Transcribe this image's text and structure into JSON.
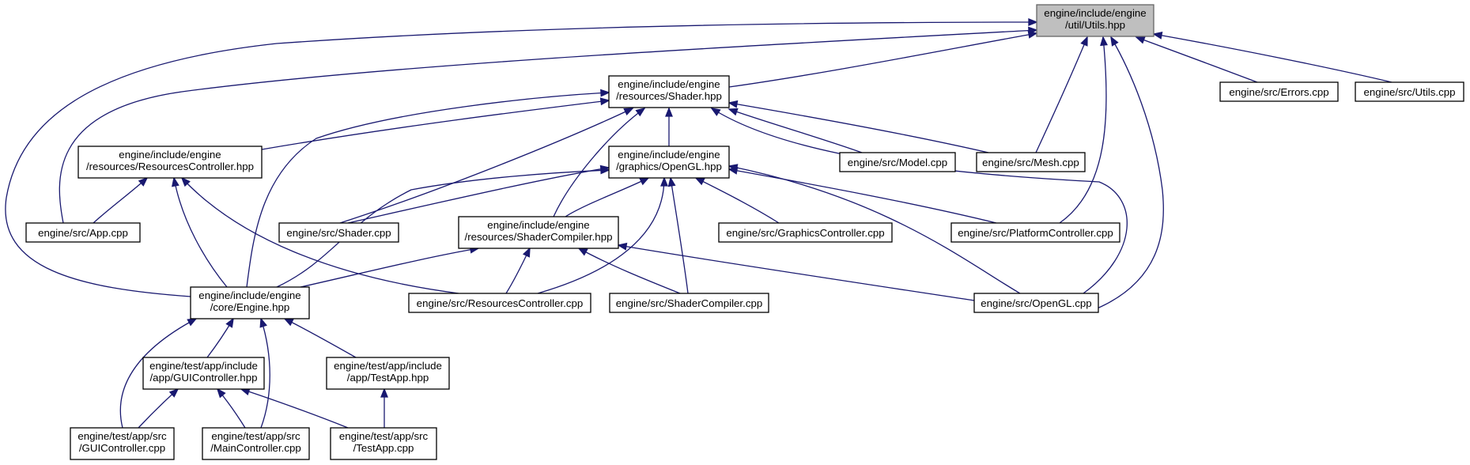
{
  "graph": {
    "colors": {
      "edge": "#191970",
      "node_border": "#000000",
      "root_fill": "#bfbfbf",
      "root_border": "#666666",
      "node_fill": "#ffffff"
    },
    "nodes": {
      "utils_hpp": {
        "lines": [
          "engine/include/engine",
          "/util/Utils.hpp"
        ]
      },
      "shader_hpp": {
        "lines": [
          "engine/include/engine",
          "/resources/Shader.hpp"
        ]
      },
      "errors_cpp": {
        "lines": [
          "engine/src/Errors.cpp"
        ]
      },
      "utils_cpp": {
        "lines": [
          "engine/src/Utils.cpp"
        ]
      },
      "resources_controller_hpp": {
        "lines": [
          "engine/include/engine",
          "/resources/ResourcesController.hpp"
        ]
      },
      "opengl_hpp": {
        "lines": [
          "engine/include/engine",
          "/graphics/OpenGL.hpp"
        ]
      },
      "model_cpp": {
        "lines": [
          "engine/src/Model.cpp"
        ]
      },
      "mesh_cpp": {
        "lines": [
          "engine/src/Mesh.cpp"
        ]
      },
      "app_cpp": {
        "lines": [
          "engine/src/App.cpp"
        ]
      },
      "shader_cpp": {
        "lines": [
          "engine/src/Shader.cpp"
        ]
      },
      "shader_compiler_hpp": {
        "lines": [
          "engine/include/engine",
          "/resources/ShaderCompiler.hpp"
        ]
      },
      "graphics_controller_cpp": {
        "lines": [
          "engine/src/GraphicsController.cpp"
        ]
      },
      "platform_controller_cpp": {
        "lines": [
          "engine/src/PlatformController.cpp"
        ]
      },
      "engine_hpp": {
        "lines": [
          "engine/include/engine",
          "/core/Engine.hpp"
        ]
      },
      "resources_controller_cpp": {
        "lines": [
          "engine/src/ResourcesController.cpp"
        ]
      },
      "shader_compiler_cpp": {
        "lines": [
          "engine/src/ShaderCompiler.cpp"
        ]
      },
      "opengl_cpp": {
        "lines": [
          "engine/src/OpenGL.cpp"
        ]
      },
      "gui_controller_hpp": {
        "lines": [
          "engine/test/app/include",
          "/app/GUIController.hpp"
        ]
      },
      "test_app_hpp": {
        "lines": [
          "engine/test/app/include",
          "/app/TestApp.hpp"
        ]
      },
      "gui_controller_cpp": {
        "lines": [
          "engine/test/app/src",
          "/GUIController.cpp"
        ]
      },
      "main_controller_cpp": {
        "lines": [
          "engine/test/app/src",
          "/MainController.cpp"
        ]
      },
      "test_app_cpp": {
        "lines": [
          "engine/test/app/src",
          "/TestApp.cpp"
        ]
      }
    },
    "edges": [
      [
        "shader_hpp",
        "utils_hpp"
      ],
      [
        "errors_cpp",
        "utils_hpp"
      ],
      [
        "utils_cpp",
        "utils_hpp"
      ],
      [
        "mesh_cpp",
        "utils_hpp"
      ],
      [
        "platform_controller_cpp",
        "utils_hpp"
      ],
      [
        "opengl_cpp",
        "utils_hpp"
      ],
      [
        "app_cpp",
        "utils_hpp"
      ],
      [
        "engine_hpp",
        "utils_hpp"
      ],
      [
        "resources_controller_hpp",
        "shader_hpp"
      ],
      [
        "opengl_hpp",
        "shader_hpp"
      ],
      [
        "model_cpp",
        "shader_hpp"
      ],
      [
        "mesh_cpp",
        "shader_hpp"
      ],
      [
        "shader_cpp",
        "shader_hpp"
      ],
      [
        "shader_compiler_hpp",
        "shader_hpp"
      ],
      [
        "engine_hpp",
        "shader_hpp"
      ],
      [
        "opengl_cpp",
        "shader_hpp"
      ],
      [
        "app_cpp",
        "resources_controller_hpp"
      ],
      [
        "engine_hpp",
        "resources_controller_hpp"
      ],
      [
        "resources_controller_cpp",
        "resources_controller_hpp"
      ],
      [
        "shader_cpp",
        "opengl_hpp"
      ],
      [
        "shader_compiler_hpp",
        "opengl_hpp"
      ],
      [
        "graphics_controller_cpp",
        "opengl_hpp"
      ],
      [
        "platform_controller_cpp",
        "opengl_hpp"
      ],
      [
        "opengl_cpp",
        "opengl_hpp"
      ],
      [
        "engine_hpp",
        "opengl_hpp"
      ],
      [
        "resources_controller_cpp",
        "opengl_hpp"
      ],
      [
        "shader_compiler_cpp",
        "opengl_hpp"
      ],
      [
        "engine_hpp",
        "shader_compiler_hpp"
      ],
      [
        "resources_controller_cpp",
        "shader_compiler_hpp"
      ],
      [
        "shader_compiler_cpp",
        "shader_compiler_hpp"
      ],
      [
        "opengl_cpp",
        "shader_compiler_hpp"
      ],
      [
        "gui_controller_hpp",
        "engine_hpp"
      ],
      [
        "test_app_hpp",
        "engine_hpp"
      ],
      [
        "gui_controller_cpp",
        "engine_hpp"
      ],
      [
        "main_controller_cpp",
        "engine_hpp"
      ],
      [
        "gui_controller_cpp",
        "gui_controller_hpp"
      ],
      [
        "main_controller_cpp",
        "gui_controller_hpp"
      ],
      [
        "test_app_cpp",
        "gui_controller_hpp"
      ],
      [
        "test_app_cpp",
        "test_app_hpp"
      ]
    ]
  }
}
